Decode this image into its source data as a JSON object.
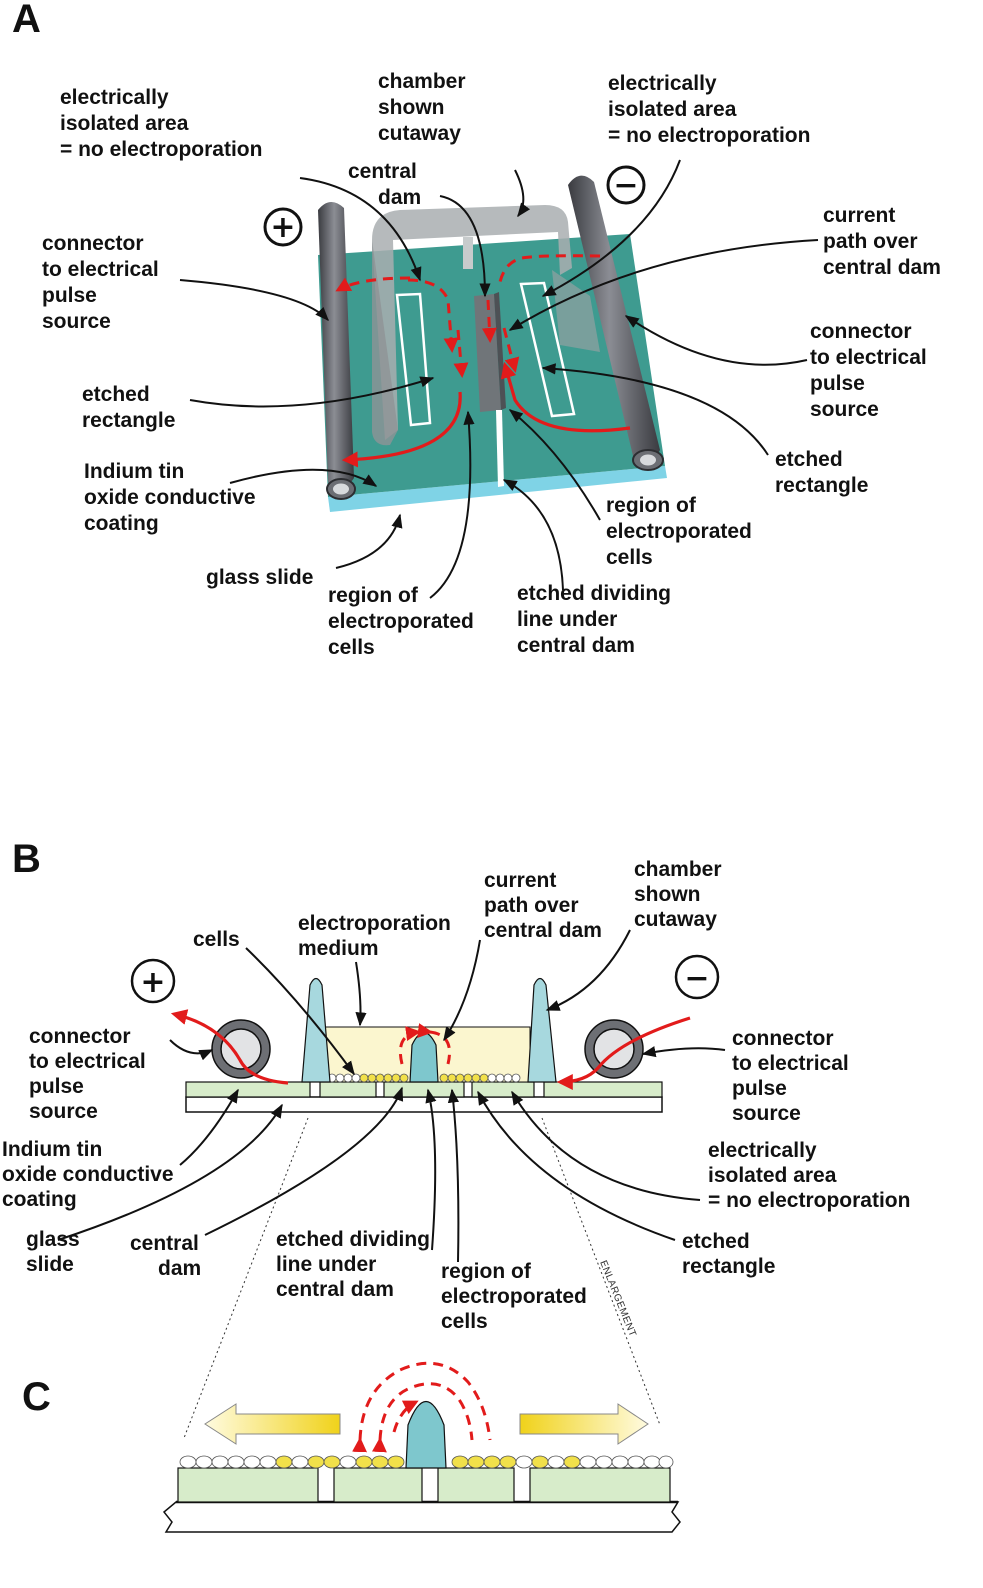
{
  "panels": {
    "a": "A",
    "b": "B",
    "c": "C"
  },
  "symbols": {
    "plus": "+",
    "minus": "−"
  },
  "enlargement": "ENLARGEMENT",
  "panel_a": {
    "chamber": [
      "chamber",
      "shown",
      "cutaway"
    ],
    "isolated_left": [
      "electrically",
      "isolated area",
      "= no electroporation"
    ],
    "isolated_right": [
      "electrically",
      "isolated area",
      "= no electroporation"
    ],
    "central_dam": [
      "central",
      "dam"
    ],
    "current_path": [
      "current",
      "path over",
      "central dam"
    ],
    "connector_left": [
      "connector",
      "to electrical",
      "pulse",
      "source"
    ],
    "connector_right": [
      "connector",
      "to electrical",
      "pulse",
      "source"
    ],
    "etched_left": [
      "etched",
      "rectangle"
    ],
    "etched_right": [
      "etched",
      "rectangle"
    ],
    "ito": [
      "Indium tin",
      "oxide conductive",
      "coating"
    ],
    "glass": [
      "glass slide"
    ],
    "region_center": [
      "region of",
      "electroporated",
      "cells"
    ],
    "region_right": [
      "region of",
      "electroporated",
      "cells"
    ],
    "dividing": [
      "etched dividing",
      "line under",
      "central dam"
    ]
  },
  "panel_b": {
    "cells": [
      "cells"
    ],
    "medium": [
      "electroporation",
      "medium"
    ],
    "current_path": [
      "current",
      "path over",
      "central dam"
    ],
    "chamber": [
      "chamber",
      "shown",
      "cutaway"
    ],
    "connector_left": [
      "connector",
      "to electrical",
      "pulse",
      "source"
    ],
    "connector_right": [
      "connector",
      "to electrical",
      "pulse",
      "source"
    ],
    "ito": [
      "Indium tin",
      "oxide conductive",
      "coating"
    ],
    "isolated": [
      "electrically",
      "isolated area",
      "= no electroporation"
    ],
    "glass": [
      "glass",
      "slide"
    ],
    "central_dam": [
      "central",
      "dam"
    ],
    "dividing": [
      "etched dividing",
      "line under",
      "central dam"
    ],
    "region": [
      "region of",
      "electroporated",
      "cells"
    ],
    "etched": [
      "etched",
      "rectangle"
    ]
  }
}
